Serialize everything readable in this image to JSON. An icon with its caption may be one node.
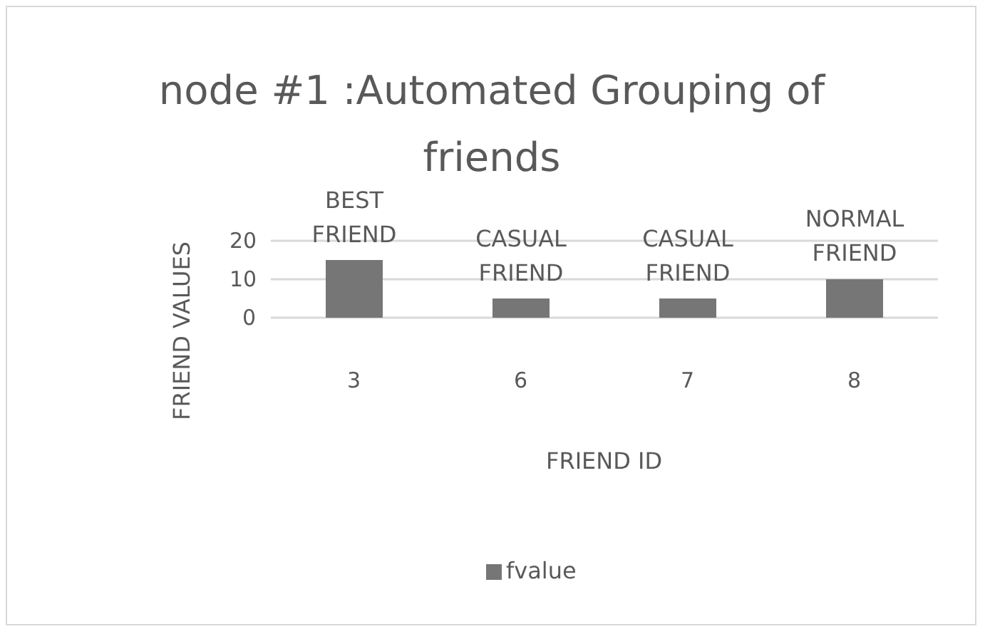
{
  "diagram": {
    "chart_data": {
      "type": "bar",
      "title": "node #1 :Automated Grouping of friends",
      "xlabel": "FRIEND ID",
      "ylabel": "FRIEND VALUES",
      "categories": [
        "3",
        "6",
        "7",
        "8"
      ],
      "series": [
        {
          "name": "fvalue",
          "color": "#767676",
          "values": [
            15,
            5,
            5,
            10
          ]
        }
      ],
      "yticks": [
        0,
        10,
        20
      ],
      "ylim": [
        0,
        20
      ],
      "value_labels": [
        "BEST FRIEND",
        "CASUAL FRIEND",
        "CASUAL FRIEND",
        "NORMAL FRIEND"
      ]
    }
  }
}
